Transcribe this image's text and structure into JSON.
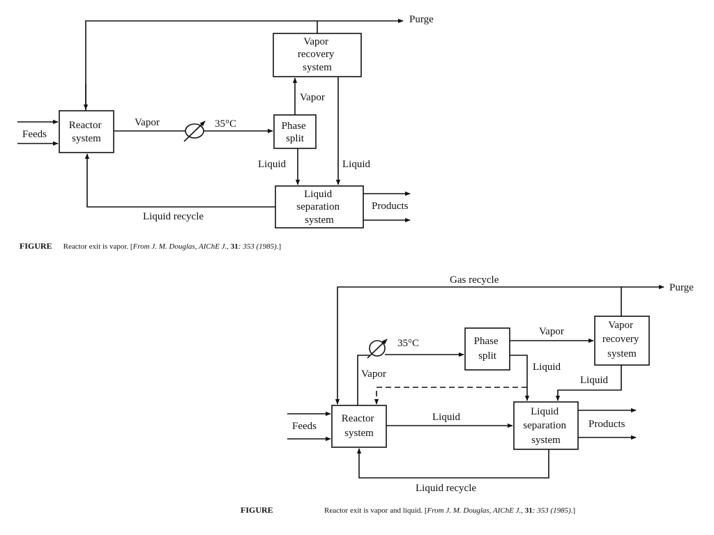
{
  "figure1": {
    "boxes": {
      "reactor": [
        "Reactor",
        "system"
      ],
      "phase": [
        "Phase",
        "split"
      ],
      "vrs": [
        "Vapor",
        "recovery",
        "system"
      ],
      "lss": [
        "Liquid",
        "separation",
        "system"
      ]
    },
    "labels": {
      "purge": "Purge",
      "feeds": "Feeds",
      "vapor_out": "Vapor",
      "temp": "35°C",
      "vapor_up": "Vapor",
      "liquid_left": "Liquid",
      "liquid_right": "Liquid",
      "products": "Products",
      "liquid_recycle": "Liquid recycle"
    },
    "caption": {
      "head": "FIGURE",
      "text": "Reactor exit is vapor. [",
      "source": "From J. M. Douglas, AIChE J.,",
      "vol": " 31",
      "pages": ": 353 (1985)",
      "end": ".]"
    }
  },
  "figure2": {
    "boxes": {
      "reactor": [
        "Reactor",
        "system"
      ],
      "phase": [
        "Phase",
        "split"
      ],
      "vrs": [
        "Vapor",
        "recovery",
        "system"
      ],
      "lss": [
        "Liquid",
        "separation",
        "system"
      ]
    },
    "labels": {
      "gas_recycle": "Gas recycle",
      "purge": "Purge",
      "temp": "35°C",
      "vapor_left": "Vapor",
      "vapor_mid": "Vapor",
      "liquid_phase": "Liquid",
      "liquid_vrs": "Liquid",
      "feeds": "Feeds",
      "liquid_mid": "Liquid",
      "products": "Products",
      "liquid_recycle": "Liquid recycle"
    },
    "caption": {
      "head": "FIGURE",
      "text": "Reactor exit is vapor and liquid. [",
      "source": "From J. M. Douglas, AIChE J.,",
      "vol": " 31",
      "pages": ": 353 (1985)",
      "end": ".]"
    }
  }
}
